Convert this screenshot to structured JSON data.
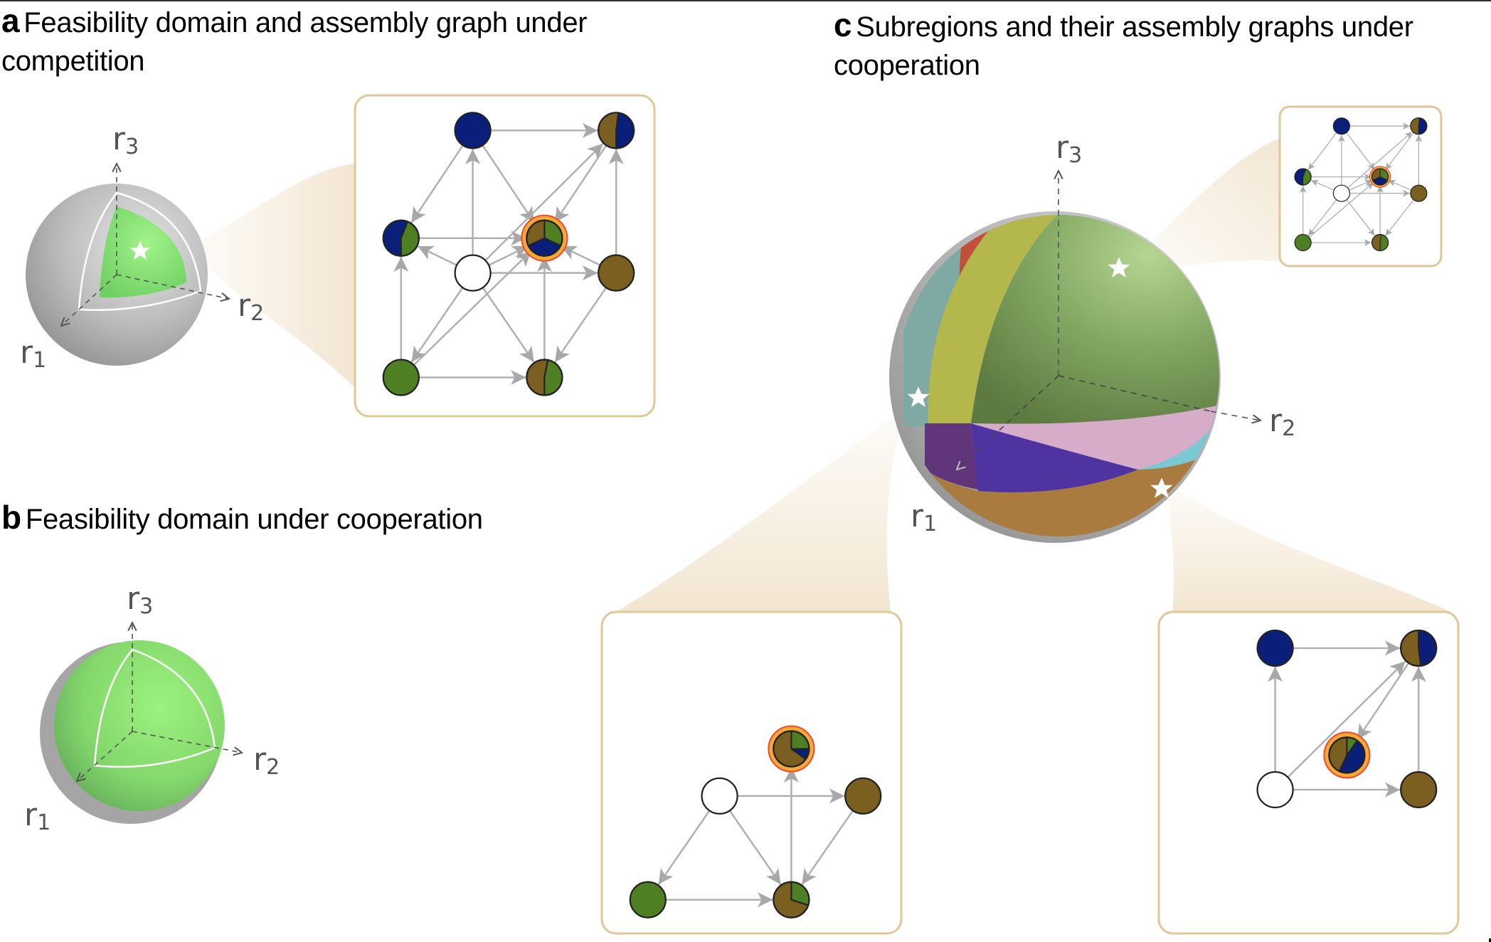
{
  "panels": {
    "a": {
      "letter": "a",
      "title": "Feasibility domain and assembly graph under competition"
    },
    "b": {
      "letter": "b",
      "title": "Feasibility domain under cooperation"
    },
    "c": {
      "letter": "c",
      "title": "Subregions and their assembly graphs under cooperation"
    }
  },
  "axes": {
    "r1": {
      "base": "r",
      "sub": "1"
    },
    "r2": {
      "base": "r",
      "sub": "2"
    },
    "r3": {
      "base": "r",
      "sub": "3"
    }
  },
  "colors": {
    "species_blue": "#0a1f7a",
    "species_green": "#4e7f23",
    "species_brown": "#7a5f21",
    "empty_node": "#ffffff",
    "edge": "#b0b0b0",
    "box_border": "#e0c797",
    "callout_fill": "#f1e3cc",
    "highlight_outer": "#f24a2a",
    "highlight_inner": "#f5a93a",
    "feasible_green": "#8ee87a",
    "sphere_gray": "#bdbdbd"
  },
  "sphere_c_regions": [
    {
      "name": "main-green",
      "color": "#6f9a4e"
    },
    {
      "name": "red",
      "color": "#c0503a"
    },
    {
      "name": "yellow",
      "color": "#b9bd4a"
    },
    {
      "name": "teal",
      "color": "#7fa9a3"
    },
    {
      "name": "pink",
      "color": "#d6acc9"
    },
    {
      "name": "cyan",
      "color": "#79c8d2"
    },
    {
      "name": "purple",
      "color": "#4f33a0"
    },
    {
      "name": "dark-purple",
      "color": "#603579"
    },
    {
      "name": "orange",
      "color": "#a97b3e"
    }
  ],
  "graphs": {
    "full": {
      "nodes": [
        {
          "id": "B",
          "slices": [
            {
              "c": "blue",
              "f": 1.0
            }
          ]
        },
        {
          "id": "BrB",
          "slices": [
            {
              "c": "brown",
              "f": 0.52
            },
            {
              "c": "blue",
              "f": 0.48
            }
          ],
          "start": 0.5
        },
        {
          "id": "BG",
          "slices": [
            {
              "c": "blue",
              "f": 0.56
            },
            {
              "c": "green",
              "f": 0.44
            }
          ],
          "start": 0.5
        },
        {
          "id": "ALL",
          "slices": [
            {
              "c": "green",
              "f": 0.32
            },
            {
              "c": "blue",
              "f": 0.36
            },
            {
              "c": "brown",
              "f": 0.32
            }
          ],
          "start": 0.0,
          "highlight": true
        },
        {
          "id": "E",
          "slices": []
        },
        {
          "id": "Br",
          "slices": [
            {
              "c": "brown",
              "f": 1.0
            }
          ]
        },
        {
          "id": "G",
          "slices": [
            {
              "c": "green",
              "f": 1.0
            }
          ]
        },
        {
          "id": "BrG",
          "slices": [
            {
              "c": "brown",
              "f": 0.53
            },
            {
              "c": "green",
              "f": 0.47
            }
          ],
          "start": 0.5
        }
      ],
      "edges": [
        [
          "B",
          "BrB"
        ],
        [
          "B",
          "BG"
        ],
        [
          "E",
          "B"
        ],
        [
          "B",
          "ALL"
        ],
        [
          "BrB",
          "ALL"
        ],
        [
          "BG",
          "ALL"
        ],
        [
          "E",
          "BG"
        ],
        [
          "G",
          "BG"
        ],
        [
          "E",
          "ALL"
        ],
        [
          "Br",
          "ALL"
        ],
        [
          "BrG",
          "ALL"
        ],
        [
          "G",
          "ALL"
        ],
        [
          "E",
          "Br"
        ],
        [
          "Br",
          "BrB"
        ],
        [
          "E",
          "BrB"
        ],
        [
          "E",
          "G"
        ],
        [
          "E",
          "BrG"
        ],
        [
          "G",
          "BrG"
        ],
        [
          "Br",
          "BrG"
        ]
      ]
    },
    "sub_left": {
      "nodes": [
        {
          "id": "ALL",
          "slices": [
            {
              "c": "green",
              "f": 0.25
            },
            {
              "c": "blue",
              "f": 0.1
            },
            {
              "c": "brown",
              "f": 0.65
            }
          ],
          "start": 0.0,
          "highlight": true
        },
        {
          "id": "E",
          "slices": []
        },
        {
          "id": "Br",
          "slices": [
            {
              "c": "brown",
              "f": 1.0
            }
          ]
        },
        {
          "id": "G",
          "slices": [
            {
              "c": "green",
              "f": 1.0
            }
          ]
        },
        {
          "id": "BrG",
          "slices": [
            {
              "c": "green",
              "f": 0.3
            },
            {
              "c": "brown",
              "f": 0.7
            }
          ],
          "start": 0.0
        }
      ],
      "edges": [
        [
          "E",
          "Br"
        ],
        [
          "E",
          "G"
        ],
        [
          "E",
          "BrG"
        ],
        [
          "Br",
          "BrG"
        ],
        [
          "G",
          "BrG"
        ],
        [
          "BrG",
          "ALL"
        ]
      ]
    },
    "sub_right": {
      "nodes": [
        {
          "id": "B",
          "slices": [
            {
              "c": "blue",
              "f": 1.0
            }
          ]
        },
        {
          "id": "BrB",
          "slices": [
            {
              "c": "blue",
              "f": 0.48
            },
            {
              "c": "brown",
              "f": 0.52
            }
          ],
          "start": 0.0
        },
        {
          "id": "ALL",
          "slices": [
            {
              "c": "green",
              "f": 0.1
            },
            {
              "c": "blue",
              "f": 0.47
            },
            {
              "c": "brown",
              "f": 0.43
            }
          ],
          "start": 0.0,
          "highlight": true
        },
        {
          "id": "E",
          "slices": []
        },
        {
          "id": "Br",
          "slices": [
            {
              "c": "brown",
              "f": 1.0
            }
          ]
        }
      ],
      "edges": [
        [
          "B",
          "BrB"
        ],
        [
          "E",
          "B"
        ],
        [
          "E",
          "Br"
        ],
        [
          "Br",
          "BrB"
        ],
        [
          "E",
          "BrB"
        ],
        [
          "BrB",
          "ALL"
        ]
      ]
    }
  }
}
